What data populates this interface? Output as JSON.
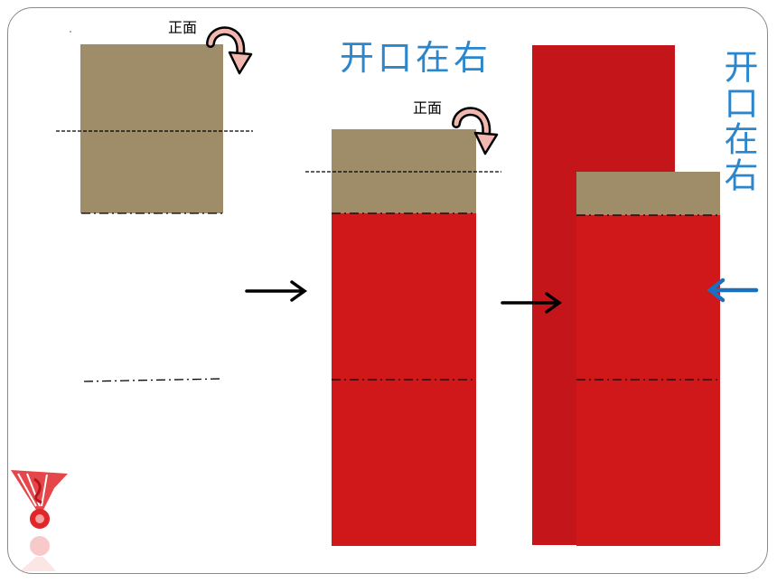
{
  "labels": {
    "front_step1": "正面",
    "front_step2": "正面",
    "title_horizontal": "开口在右",
    "title_vertical": "开口在右"
  },
  "colors": {
    "paper_tan": "#9f8c69",
    "paper_red": "#d0181a",
    "paper_dark_red": "#c4161a",
    "title_blue": "#2b86cc",
    "arrow_blue": "#1a6fbf",
    "arrow_pink": "#f2b8b0",
    "arrow_black": "#000000"
  },
  "icons": {
    "flip_arrow": "curved-arrow-icon",
    "step_arrow": "arrow-right-icon",
    "pointer_arrow": "arrow-left-icon",
    "logo": "shuttlecock-logo-icon"
  }
}
